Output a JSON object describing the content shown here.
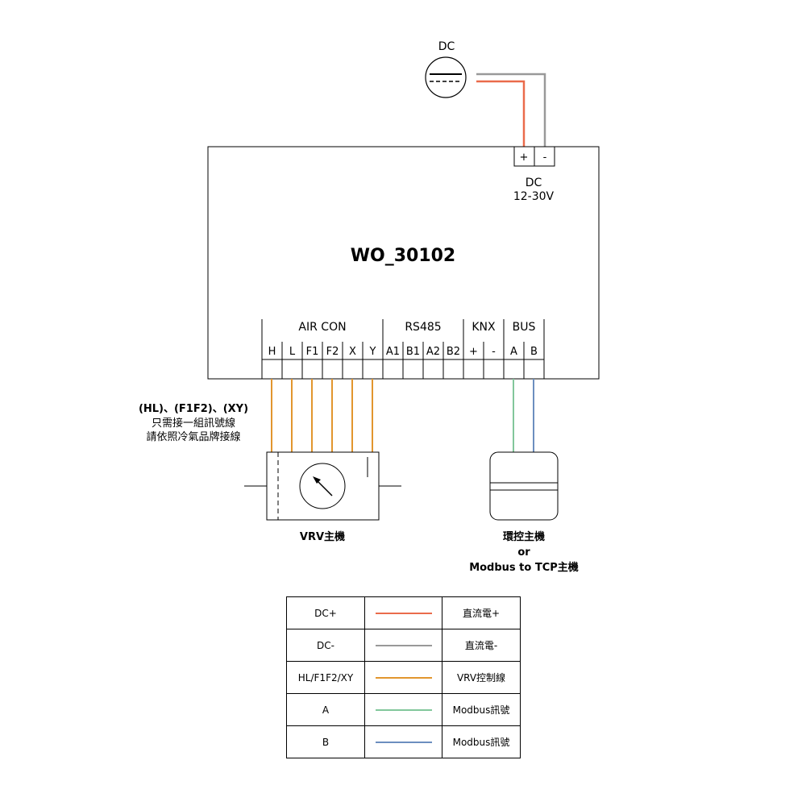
{
  "power": {
    "source_label": "DC",
    "terminal_plus": "+",
    "terminal_minus": "-",
    "input_label_line1": "DC",
    "input_label_line2": "12-30V"
  },
  "device": {
    "model": "WO_30102"
  },
  "port_groups": {
    "aircon": "AIR CON",
    "rs485": "RS485",
    "knx": "KNX",
    "bus": "BUS"
  },
  "terminals": [
    "H",
    "L",
    "F1",
    "F2",
    "X",
    "Y",
    "A1",
    "B1",
    "A2",
    "B2",
    "+",
    "-",
    "A",
    "B"
  ],
  "notes": {
    "hl_line1": "(HL)、(F1F2)、(XY)",
    "hl_line2": "只需接一組訊號線",
    "hl_line3": "請依照冷氣品牌接線"
  },
  "vrv": {
    "label": "VRV主機"
  },
  "controller": {
    "label_line1": "環控主機",
    "label_line2": "or",
    "label_line3": "Modbus to TCP主機"
  },
  "legend": [
    {
      "signal": "DC+",
      "color": "#ea6b4b",
      "description": "直流電+"
    },
    {
      "signal": "DC-",
      "color": "#999999",
      "description": "直流電-"
    },
    {
      "signal": "HL/F1F2/XY",
      "color": "#e2962e",
      "description": "VRV控制線"
    },
    {
      "signal": "A",
      "color": "#82c79b",
      "description": "Modbus訊號"
    },
    {
      "signal": "B",
      "color": "#6c8ebf",
      "description": "Modbus訊號"
    }
  ],
  "colors": {
    "dc_plus": "#ea6b4b",
    "dc_minus": "#999999",
    "vrv_control": "#e2962e",
    "modbus_a": "#82c79b",
    "modbus_b": "#6c8ebf"
  }
}
